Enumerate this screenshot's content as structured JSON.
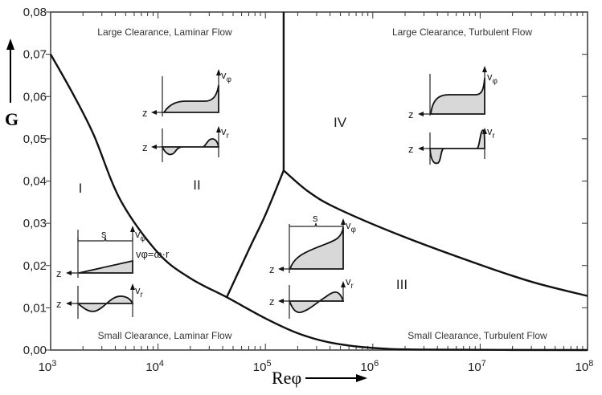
{
  "chart_data": {
    "type": "line",
    "title": "",
    "xlabel": "Reφ",
    "ylabel": "G",
    "xscale": "log",
    "xlim": [
      1000,
      100000000
    ],
    "ylim": [
      0,
      0.08
    ],
    "x_tick_labels": [
      {
        "base": "10",
        "exp": "3"
      },
      {
        "base": "10",
        "exp": "4"
      },
      {
        "base": "10",
        "exp": "5"
      },
      {
        "base": "10",
        "exp": "6"
      },
      {
        "base": "10",
        "exp": "7"
      },
      {
        "base": "10",
        "exp": "8"
      }
    ],
    "y_tick_labels": [
      "0,00",
      "0,01",
      "0,02",
      "0,03",
      "0,04",
      "0,05",
      "0,06",
      "0,07",
      "0,08"
    ],
    "series": [
      {
        "name": "boundary-laminar-small-clearance",
        "log10_x": [
          3,
          3.2,
          3.4,
          3.65,
          4,
          4.3,
          4.64,
          5,
          5.3,
          5.6,
          6,
          6.5,
          8
        ],
        "y": [
          0.07,
          0.061,
          0.051,
          0.0355,
          0.023,
          0.017,
          0.0125,
          0.0075,
          0.004,
          0.0018,
          0.0005,
          0.0001,
          0
        ]
      },
      {
        "name": "boundary-laminar-turbulent-large",
        "log10_x": [
          5.17,
          5.17
        ],
        "y": [
          0.08,
          0.0425
        ]
      },
      {
        "name": "boundary-II-III",
        "log10_x": [
          4.64,
          4.85,
          5.0,
          5.17
        ],
        "y": [
          0.0125,
          0.024,
          0.032,
          0.0425
        ]
      },
      {
        "name": "boundary-III-IV",
        "log10_x": [
          5.17,
          5.4,
          5.67,
          6.27,
          7.02,
          7.5,
          8
        ],
        "y": [
          0.0425,
          0.0375,
          0.0335,
          0.027,
          0.02,
          0.016,
          0.0128
        ]
      }
    ],
    "annotations": {
      "region_large_laminar": "Large Clearance, Laminar Flow",
      "region_large_turbulent": "Large Clearance, Turbulent Flow",
      "region_small_laminar": "Small Clearance, Laminar Flow",
      "region_small_turbulent": "Small Clearance, Turbulent Flow",
      "regime_I": "I",
      "regime_II": "II",
      "regime_III": "III",
      "regime_IV": "IV"
    },
    "grid": false,
    "legend": "none"
  },
  "insets": {
    "v_phi": "vφ",
    "v_r": "vr",
    "v_base": "v",
    "phi_sub": "φ",
    "r_sub": "r",
    "z": "z",
    "s": "s",
    "rigid_rotation": "vφ=ω·r"
  }
}
